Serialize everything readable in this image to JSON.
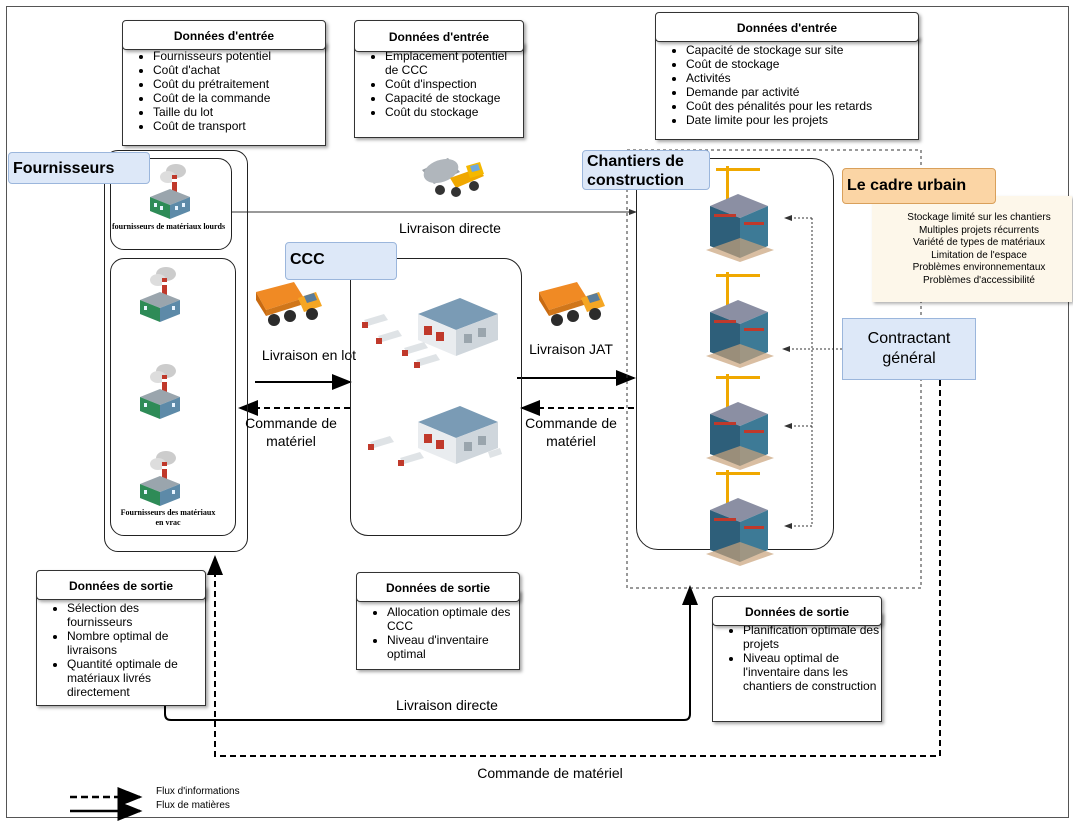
{
  "inputs": {
    "left": {
      "title": "Données d'entrée",
      "items": [
        "Fournisseurs potentiel",
        "Coût d'achat",
        "Coût du prétraitement",
        "Coût de la commande",
        "Taille du lot",
        "Coût de transport"
      ]
    },
    "middle": {
      "title": "Données d'entrée",
      "items": [
        "Emplacement potentiel de CCC",
        "Coût d'inspection",
        "Capacité de stockage",
        "Coût du stockage"
      ]
    },
    "right": {
      "title": "Données d'entrée",
      "items": [
        "Capacité de stockage sur site",
        "Coût de stockage",
        "Activités",
        "Demande par activité",
        "Coût des pénalités pour les retards",
        "Date limite pour les projets"
      ]
    }
  },
  "outputs": {
    "left": {
      "title": "Données de sortie",
      "items": [
        "Sélection des fournisseurs",
        "Nombre optimal de livraisons",
        "Quantité optimale de matériaux livrés directement"
      ]
    },
    "middle": {
      "title": "Données de sortie",
      "items": [
        "Allocation optimale des CCC",
        "Niveau d'inventaire optimal"
      ]
    },
    "right": {
      "title": "Données de sortie",
      "items": [
        "Planification optimale des projets",
        "Niveau optimal de l'inventaire dans les chantiers de construction"
      ]
    }
  },
  "nodes": {
    "suppliers": "Fournisseurs",
    "heavy_suppliers": "fournisseurs de matériaux lourds",
    "bulk_suppliers": "Fournisseurs des matériaux en vrac",
    "ccc": "CCC",
    "sites": "Chantiers de construction",
    "contractor": "Contractant général",
    "urban": "Le cadre urbain"
  },
  "urban_items": [
    "Stockage limité sur les chantiers",
    "Multiples projets récurrents",
    "Variété de types de matériaux",
    "Limitation de l'espace",
    "Problèmes environnementaux",
    "Problèmes d'accessibilité"
  ],
  "flows": {
    "direct_top": "Livraison directe",
    "batch": "Livraison en lot",
    "jit": "Livraison JAT",
    "order_left": "Commande de matériel",
    "order_right": "Commande de matériel",
    "direct_bottom": "Livraison directe",
    "order_bottom": "Commande de matériel"
  },
  "legend": {
    "info": "Flux d'informations",
    "material": "Flux de matières"
  },
  "icons": {
    "factory": "factory-icon",
    "truck": "dump-truck-icon",
    "mixer": "concrete-mixer-icon",
    "warehouse": "warehouse-icon",
    "building": "building-construction-icon",
    "trailer": "trailer-truck-icon"
  },
  "colors": {
    "blue_fill": "#dde8f8",
    "urban_fill": "#fbd5a5",
    "urban_panel": "#fdf7ea"
  }
}
